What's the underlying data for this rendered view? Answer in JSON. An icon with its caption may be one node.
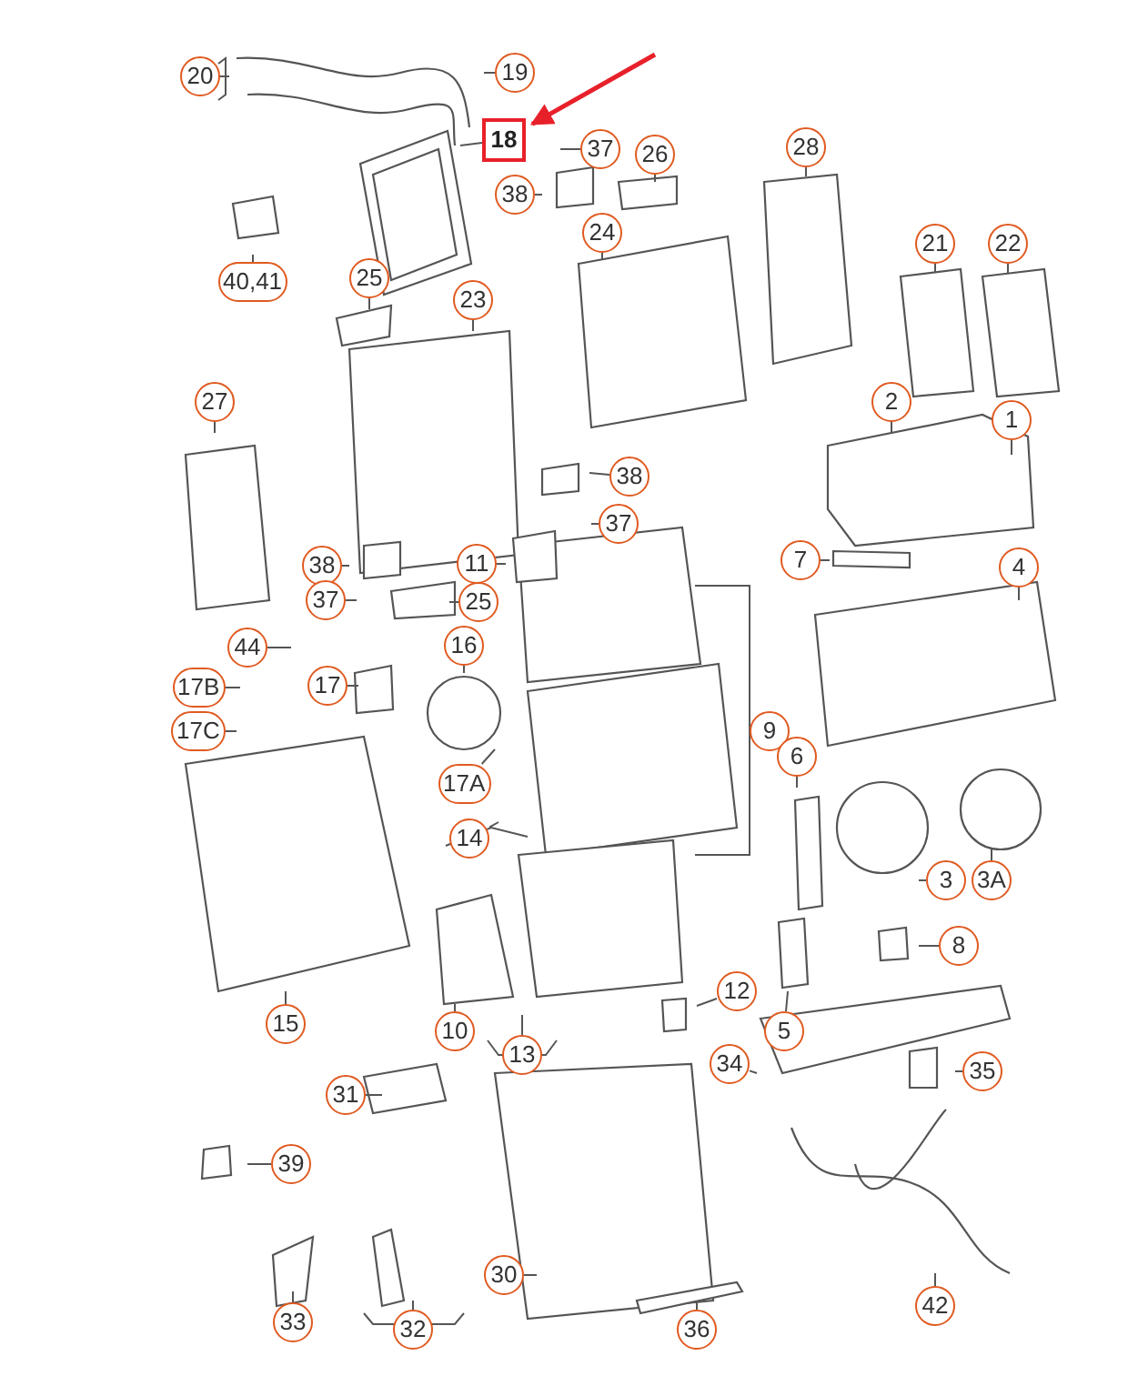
{
  "diagram": {
    "nodes": [
      {
        "text": [
          "20"
        ]
      },
      {
        "text": [
          "19"
        ]
      },
      {
        "text": [
          "18"
        ]
      },
      {
        "text": [
          "37"
        ]
      },
      {
        "text": [
          "26"
        ]
      },
      {
        "text": [
          "28"
        ]
      },
      {
        "text": [
          "38"
        ]
      },
      {
        "text": [
          "24"
        ]
      },
      {
        "text": [
          "40,41"
        ]
      },
      {
        "text": [
          "25"
        ]
      },
      {
        "text": [
          "21"
        ]
      },
      {
        "text": [
          "22"
        ]
      },
      {
        "text": [
          "23"
        ]
      },
      {
        "text": [
          "27"
        ]
      },
      {
        "text": [
          "2"
        ]
      },
      {
        "text": [
          "1"
        ]
      },
      {
        "text": [
          "38"
        ]
      },
      {
        "text": [
          "37"
        ]
      },
      {
        "text": [
          "7"
        ]
      },
      {
        "text": [
          "38"
        ]
      },
      {
        "text": [
          "11"
        ]
      },
      {
        "text": [
          "4"
        ]
      },
      {
        "text": [
          "37"
        ]
      },
      {
        "text": [
          "25"
        ]
      },
      {
        "text": [
          "44"
        ]
      },
      {
        "text": [
          "16"
        ]
      },
      {
        "text": [
          "9"
        ]
      },
      {
        "text": [
          "17B"
        ]
      },
      {
        "text": [
          "17"
        ]
      },
      {
        "text": [
          "17C"
        ]
      },
      {
        "text": [
          "17A"
        ]
      },
      {
        "text": [
          "6"
        ]
      },
      {
        "text": [
          "14"
        ]
      },
      {
        "text": [
          "3"
        ]
      },
      {
        "text": [
          "3A"
        ]
      },
      {
        "text": [
          "15"
        ]
      },
      {
        "text": [
          "10"
        ]
      },
      {
        "text": [
          "13"
        ]
      },
      {
        "text": [
          "8"
        ]
      },
      {
        "text": [
          "12"
        ]
      },
      {
        "text": [
          "5"
        ]
      },
      {
        "text": [
          "34"
        ]
      },
      {
        "text": [
          "35"
        ]
      },
      {
        "text": [
          "31"
        ]
      },
      {
        "text": [
          "39"
        ]
      },
      {
        "text": [
          "30"
        ]
      },
      {
        "text": [
          "42"
        ]
      },
      {
        "text": [
          "33"
        ]
      },
      {
        "text": [
          "32"
        ]
      },
      {
        "text": [
          "36"
        ]
      }
    ],
    "edges": [
      {
        "from": null,
        "to": 2,
        "arrow": "to",
        "color": "#e8202a",
        "style": "thick"
      },
      {
        "from": 0,
        "to": null,
        "arrow": "none"
      },
      {
        "from": 1,
        "to": null,
        "arrow": "none"
      },
      {
        "from": 2,
        "to": null,
        "arrow": "none"
      },
      {
        "from": 3,
        "to": null,
        "arrow": "none"
      },
      {
        "from": 4,
        "to": null,
        "arrow": "none"
      },
      {
        "from": 5,
        "to": null,
        "arrow": "none"
      },
      {
        "from": 6,
        "to": null,
        "arrow": "none"
      },
      {
        "from": 7,
        "to": null,
        "arrow": "none"
      },
      {
        "from": 8,
        "to": null,
        "arrow": "none"
      },
      {
        "from": 9,
        "to": null,
        "arrow": "none"
      },
      {
        "from": 10,
        "to": null,
        "arrow": "none"
      },
      {
        "from": 11,
        "to": null,
        "arrow": "none"
      },
      {
        "from": 12,
        "to": null,
        "arrow": "none"
      },
      {
        "from": 13,
        "to": null,
        "arrow": "none"
      },
      {
        "from": 14,
        "to": null,
        "arrow": "none"
      },
      {
        "from": 15,
        "to": null,
        "arrow": "none"
      },
      {
        "from": 16,
        "to": null,
        "arrow": "none"
      },
      {
        "from": 17,
        "to": null,
        "arrow": "none"
      },
      {
        "from": 18,
        "to": null,
        "arrow": "none"
      },
      {
        "from": 19,
        "to": null,
        "arrow": "none"
      },
      {
        "from": 20,
        "to": null,
        "arrow": "none"
      },
      {
        "from": 21,
        "to": null,
        "arrow": "none"
      },
      {
        "from": 22,
        "to": null,
        "arrow": "none"
      },
      {
        "from": 23,
        "to": null,
        "arrow": "none"
      },
      {
        "from": 24,
        "to": null,
        "arrow": "none"
      },
      {
        "from": 25,
        "to": null,
        "arrow": "none"
      },
      {
        "from": 26,
        "to": null,
        "arrow": "none"
      },
      {
        "from": 27,
        "to": null,
        "arrow": "none"
      },
      {
        "from": 28,
        "to": null,
        "arrow": "none"
      },
      {
        "from": 29,
        "to": null,
        "arrow": "none"
      },
      {
        "from": 30,
        "to": null,
        "arrow": "none"
      },
      {
        "from": 31,
        "to": null,
        "arrow": "none"
      },
      {
        "from": 32,
        "to": null,
        "arrow": "none"
      },
      {
        "from": 33,
        "to": null,
        "arrow": "none"
      },
      {
        "from": 34,
        "to": null,
        "arrow": "none"
      },
      {
        "from": 35,
        "to": null,
        "arrow": "none"
      },
      {
        "from": 36,
        "to": null,
        "arrow": "none"
      },
      {
        "from": 37,
        "to": null,
        "arrow": "none"
      },
      {
        "from": 38,
        "to": null,
        "arrow": "none"
      },
      {
        "from": 39,
        "to": null,
        "arrow": "none"
      },
      {
        "from": 40,
        "to": null,
        "arrow": "none"
      },
      {
        "from": 41,
        "to": null,
        "arrow": "none"
      },
      {
        "from": 42,
        "to": null,
        "arrow": "none"
      },
      {
        "from": 43,
        "to": null,
        "arrow": "none"
      },
      {
        "from": 44,
        "to": null,
        "arrow": "none"
      },
      {
        "from": 45,
        "to": null,
        "arrow": "none"
      },
      {
        "from": 46,
        "to": null,
        "arrow": "none"
      },
      {
        "from": 47,
        "to": null,
        "arrow": "none"
      },
      {
        "from": 48,
        "to": null,
        "arrow": "none"
      },
      {
        "from": 49,
        "to": null,
        "arrow": "none"
      }
    ]
  }
}
